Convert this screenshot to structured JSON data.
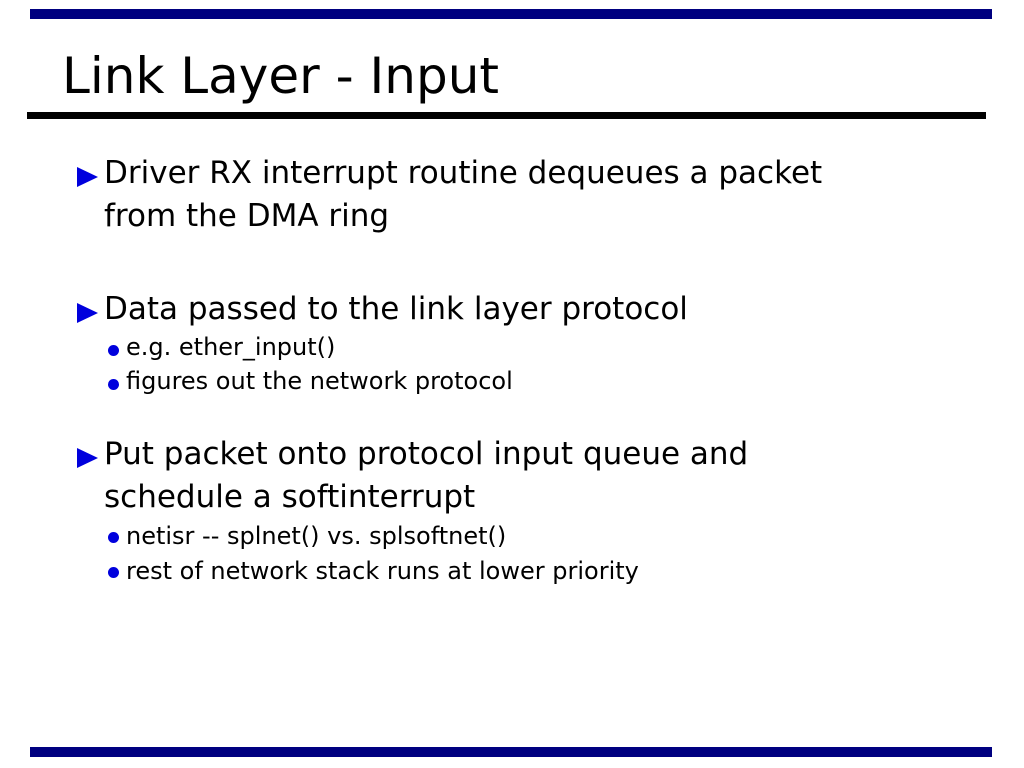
{
  "slide": {
    "title": "Link Layer - Input",
    "bullets": [
      {
        "lines": [
          "Driver RX interrupt routine dequeues a packet",
          "from the DMA ring"
        ],
        "subs": []
      },
      {
        "lines": [
          "Data passed to the link layer protocol"
        ],
        "subs": [
          "e.g. ether_input()",
          "figures out the network protocol"
        ]
      },
      {
        "lines": [
          "Put packet onto protocol input queue and",
          "schedule a softinterrupt"
        ],
        "subs": [
          "netisr -- splnet() vs. splsoftnet()",
          "rest of network stack runs at lower priority"
        ]
      }
    ],
    "colors": {
      "background": "#ffffff",
      "accent_bar": "#000080",
      "bullet_marker": "#0000dd",
      "title_rule": "#000000",
      "text": "#000000"
    }
  }
}
